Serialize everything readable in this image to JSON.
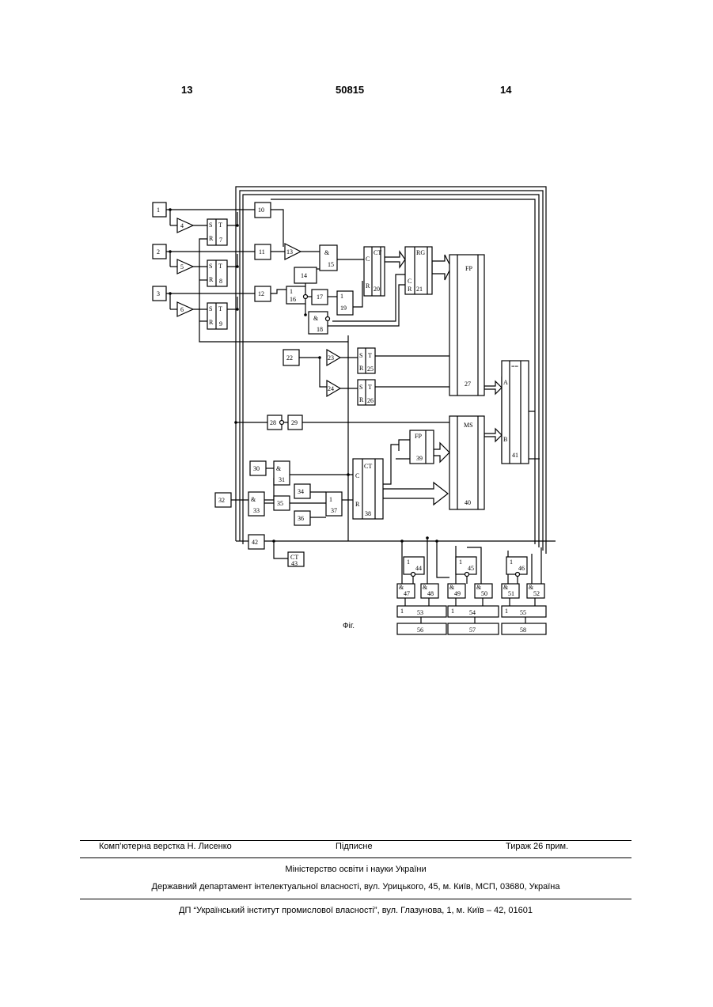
{
  "header": {
    "left_page": "13",
    "patent_number": "50815",
    "right_page": "14"
  },
  "figure": {
    "caption": "Фіг.",
    "blocks": {
      "b1": "1",
      "b2": "2",
      "b3": "3",
      "b4": "4",
      "b5": "5",
      "b6": "6",
      "b7": "7",
      "b8": "8",
      "b9": "9",
      "b10": "10",
      "b11": "11",
      "b12": "12",
      "b13": "13",
      "b14": "14",
      "b15": "15",
      "b16": "16",
      "b17": "17",
      "b18": "18",
      "b19": "19",
      "b20": "20",
      "b21": "21",
      "b22": "22",
      "b23": "23",
      "b24": "24",
      "b25": "25",
      "b26": "26",
      "b27": "27",
      "b28": "28",
      "b29": "29",
      "b30": "30",
      "b31": "31",
      "b32": "32",
      "b33": "33",
      "b34": "34",
      "b35": "35",
      "b36": "36",
      "b37": "37",
      "b38": "38",
      "b39": "39",
      "b40": "40",
      "b41": "41",
      "b42": "42",
      "b43": "43",
      "b44": "44",
      "b45": "45",
      "b46": "46",
      "b47": "47",
      "b48": "48",
      "b49": "49",
      "b50": "50",
      "b51": "51",
      "b52": "52",
      "b53": "53",
      "b54": "54",
      "b55": "55",
      "b56": "56",
      "b57": "57",
      "b58": "58"
    },
    "marks": {
      "S": "S",
      "R": "R",
      "T": "T",
      "C": "C",
      "CT": "CT",
      "RG": "RG",
      "FP": "FP",
      "MS": "MS",
      "AND": "&",
      "OR": "1",
      "EQ": "==",
      "A": "A",
      "B": "B"
    }
  },
  "footer": {
    "layout_by": "Комп’ютерна верстка Н. Лисенко",
    "signed": "Підписне",
    "circulation": "Тираж 26 прим.",
    "ministry": "Міністерство освіти і науки України",
    "department": "Державний департамент інтелектуальної власності, вул. Урицького, 45, м. Київ, МСП, 03680, Україна",
    "institute": "ДП “Український інститут промислової власності”, вул. Глазунова, 1, м. Київ – 42, 01601"
  }
}
